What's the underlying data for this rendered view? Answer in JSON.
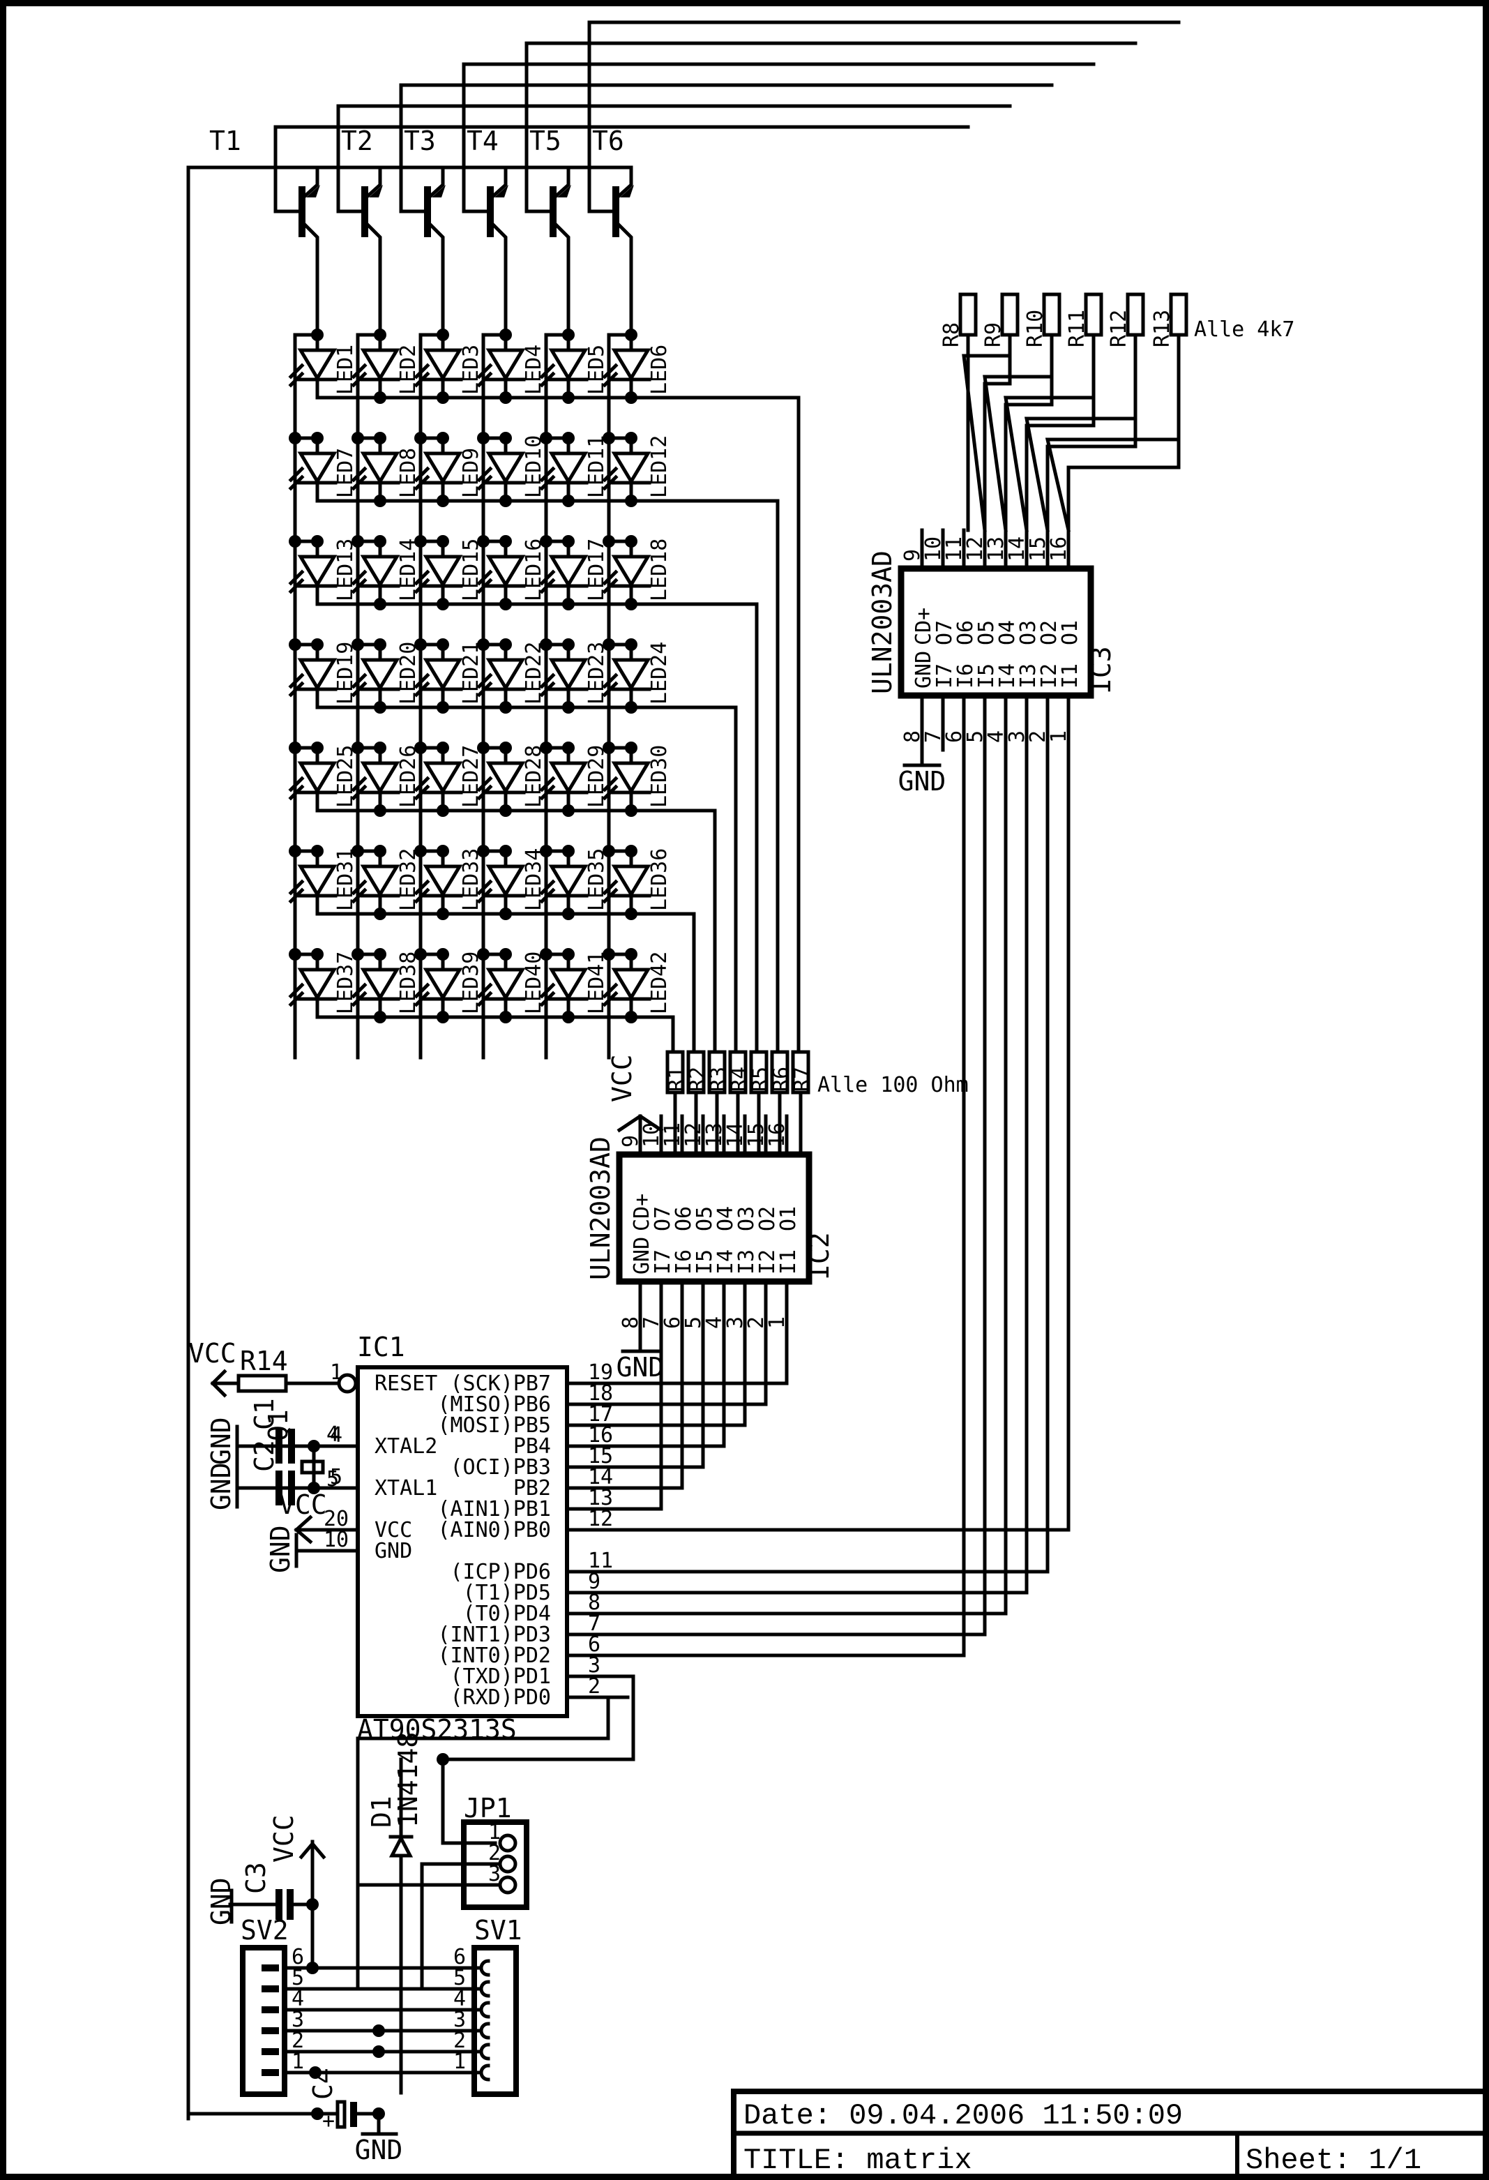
{
  "title_block": {
    "date": "Date: 09.04.2006 11:50:09",
    "title": "TITLE:  matrix",
    "sheet": "Sheet: 1/1"
  },
  "transistors": [
    "T1",
    "T2",
    "T3",
    "T4",
    "T5",
    "T6"
  ],
  "leds": {
    "rows": 7,
    "cols": 6,
    "prefix": "LED"
  },
  "base_resistors": {
    "labels": [
      "R8",
      "R9",
      "R10",
      "R11",
      "R12",
      "R13"
    ],
    "note": "Alle 4k7"
  },
  "row_resistors": {
    "labels": [
      "R1",
      "R2",
      "R3",
      "R4",
      "R5",
      "R6",
      "R7"
    ],
    "note": "Alle 100 Ohm"
  },
  "uln": {
    "part": "ULN2003AD",
    "top_pins": [
      "9",
      "10",
      "11",
      "12",
      "13",
      "14",
      "15",
      "16"
    ],
    "bottom_pins": [
      "8",
      "7",
      "6",
      "5",
      "4",
      "3",
      "2",
      "1"
    ],
    "top_labels": [
      "CD+",
      "O7",
      "O6",
      "O5",
      "O4",
      "O3",
      "O2",
      "O1"
    ],
    "bottom_labels": [
      "GND",
      "I7",
      "I6",
      "I5",
      "I4",
      "I3",
      "I2",
      "I1"
    ],
    "ic3_name": "IC3",
    "ic2_name": "IC2",
    "gnd": "GND",
    "vcc": "VCC"
  },
  "mcu": {
    "name": "IC1",
    "part": "AT90S2313S",
    "left_pins": [
      {
        "num": "1",
        "label": "RESET"
      },
      {
        "num": "4",
        "label": "XTAL2"
      },
      {
        "num": "5",
        "label": "XTAL1"
      },
      {
        "num": "20",
        "label": "VCC"
      },
      {
        "num": "10",
        "label": "GND"
      }
    ],
    "right_pins": [
      {
        "num": "19",
        "label": "(SCK)PB7"
      },
      {
        "num": "18",
        "label": "(MISO)PB6"
      },
      {
        "num": "17",
        "label": "(MOSI)PB5"
      },
      {
        "num": "16",
        "label": "PB4"
      },
      {
        "num": "15",
        "label": "(OCI)PB3"
      },
      {
        "num": "14",
        "label": "PB2"
      },
      {
        "num": "13",
        "label": "(AIN1)PB1"
      },
      {
        "num": "12",
        "label": "(AIN0)PB0"
      },
      {
        "num": "11",
        "label": "(ICP)PD6"
      },
      {
        "num": "9",
        "label": "(T1)PD5"
      },
      {
        "num": "8",
        "label": "(T0)PD4"
      },
      {
        "num": "7",
        "label": "(INT1)PD3"
      },
      {
        "num": "6",
        "label": "(INT0)PD2"
      },
      {
        "num": "3",
        "label": "(TXD)PD1"
      },
      {
        "num": "2",
        "label": "(RXD)PD0"
      }
    ]
  },
  "parts": {
    "r14": "R14",
    "c1": "C1",
    "c2": "C2",
    "q1": "Q1",
    "c3": "C3",
    "c4": "C4",
    "c4_plus": "+",
    "d1": "D1",
    "d1_part": "1N4148",
    "jp1": "JP1",
    "jp1_pins": [
      "1",
      "2",
      "3"
    ],
    "sv1": "SV1",
    "sv2": "SV2",
    "sv_pins": [
      "6",
      "5",
      "4",
      "3",
      "2",
      "1"
    ],
    "vcc": "VCC",
    "gnd": "GND"
  }
}
